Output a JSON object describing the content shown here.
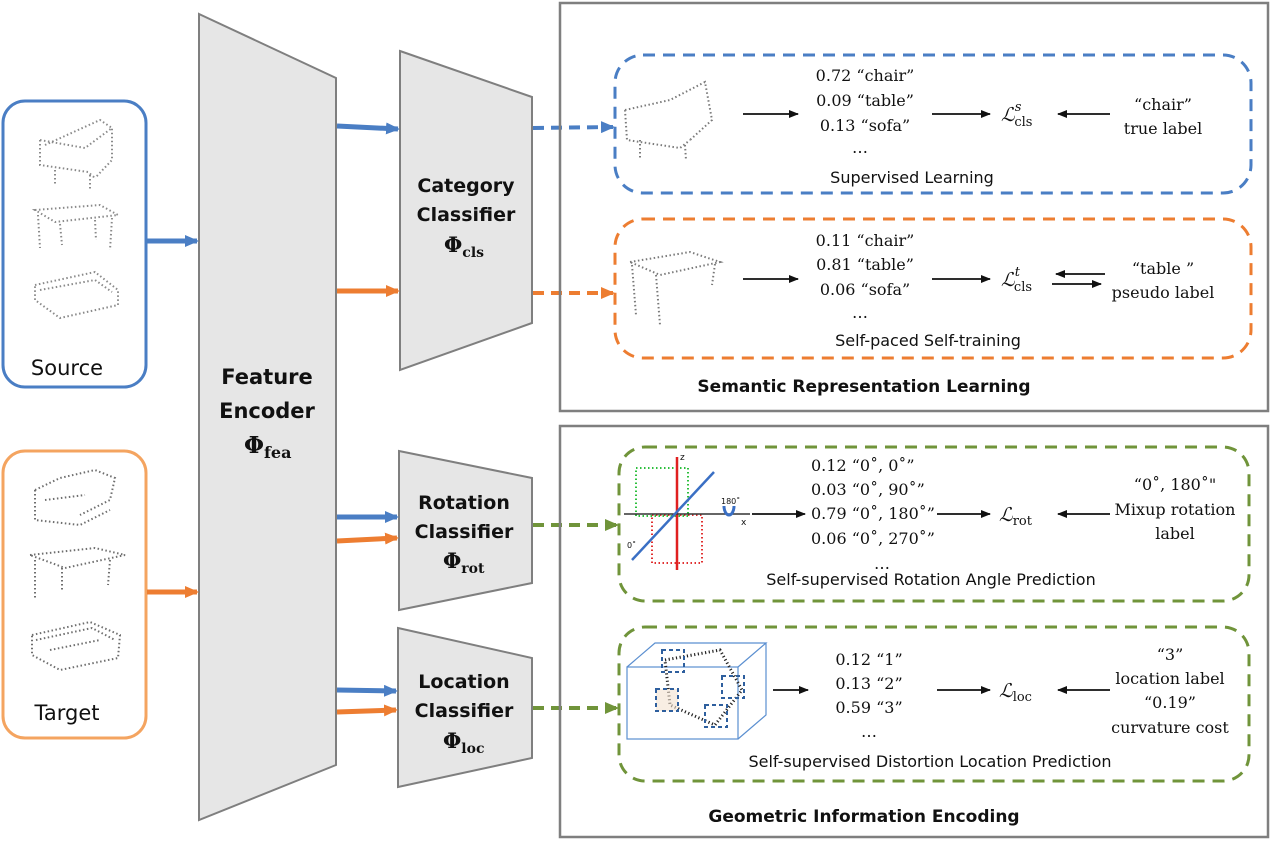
{
  "source": {
    "label": "Source"
  },
  "target": {
    "label": "Target"
  },
  "encoder": {
    "line1": "Feature",
    "line2": "Encoder",
    "symbol": "Φ",
    "sub": "fea"
  },
  "classifiers": {
    "category": {
      "line1": "Category",
      "line2": "Classifier",
      "symbol": "Φ",
      "sub": "cls"
    },
    "rotation": {
      "line1": "Rotation",
      "line2": "Classifier",
      "symbol": "Φ",
      "sub": "rot"
    },
    "location": {
      "line1": "Location",
      "line2": "Classifier",
      "symbol": "Φ",
      "sub": "loc"
    }
  },
  "semantic": {
    "title": "Semantic Representation Learning",
    "supervised": {
      "caption": "Supervised Learning",
      "preds": [
        "0.72 “chair”",
        "0.09 “table”",
        "0.13 “sofa”",
        "…"
      ],
      "loss_main": "ℒ",
      "loss_sup": "s",
      "loss_sub": "cls",
      "label_line1": "“chair”",
      "label_line2": "true label"
    },
    "selftrain": {
      "caption": "Self-paced Self-training",
      "preds": [
        "0.11 “chair”",
        "0.81 “table”",
        "0.06 “sofa”",
        "…"
      ],
      "loss_main": "ℒ",
      "loss_sup": "t",
      "loss_sub": "cls",
      "label_line1": "“table ”",
      "label_line2": "pseudo label"
    }
  },
  "geometric": {
    "title": "Geometric Information Encoding",
    "rotation": {
      "caption": "Self-supervised Rotation Angle Prediction",
      "preds": [
        "0.12 “0˚, 0˚”",
        "0.03 “0˚, 90˚”",
        "0.79 “0˚, 180˚”",
        "0.06 “0˚, 270˚”",
        "…"
      ],
      "loss_main": "ℒ",
      "loss_sub": "rot",
      "label_line1": "“0˚, 180˚\"",
      "label_line2": "Mixup rotation",
      "label_line3": "label",
      "axis_z": "z",
      "axis_x": "x",
      "angle_180": "180˚",
      "angle_0": "0˚"
    },
    "location": {
      "caption": "Self-supervised Distortion Location Prediction",
      "preds": [
        "0.12 “1”",
        "0.13 “2”",
        "0.59 “3”",
        "…"
      ],
      "loss_main": "ℒ",
      "loss_sub": "loc",
      "label_line1": "“3”",
      "label_line2": "location label",
      "label_line3": "“0.19”",
      "label_line4": "curvature cost"
    }
  },
  "colors": {
    "blue": "#4a7ec4",
    "orange": "#ed7d31",
    "green": "#70943a",
    "gray_fill": "#e6e6e6",
    "gray_stroke": "#7f7f7f"
  }
}
